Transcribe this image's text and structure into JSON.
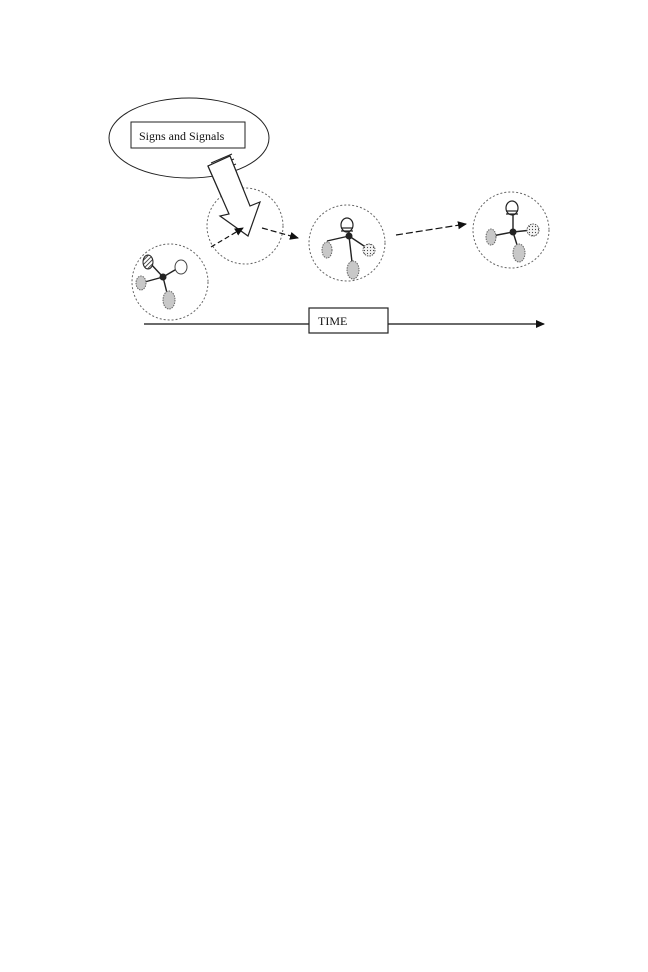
{
  "signs_box": {
    "label": "Signs and Signals"
  },
  "timeline": {
    "label": "TIME"
  },
  "colors": {
    "stroke": "#222222",
    "dashed": "#555555",
    "grey_fill": "#c8c8c8",
    "node_center": "#222222",
    "background": "#ffffff"
  },
  "icons": [
    "network-cluster",
    "hatched-node",
    "dotted-node",
    "big-arrow",
    "dashed-arrow",
    "timeline-arrow"
  ]
}
